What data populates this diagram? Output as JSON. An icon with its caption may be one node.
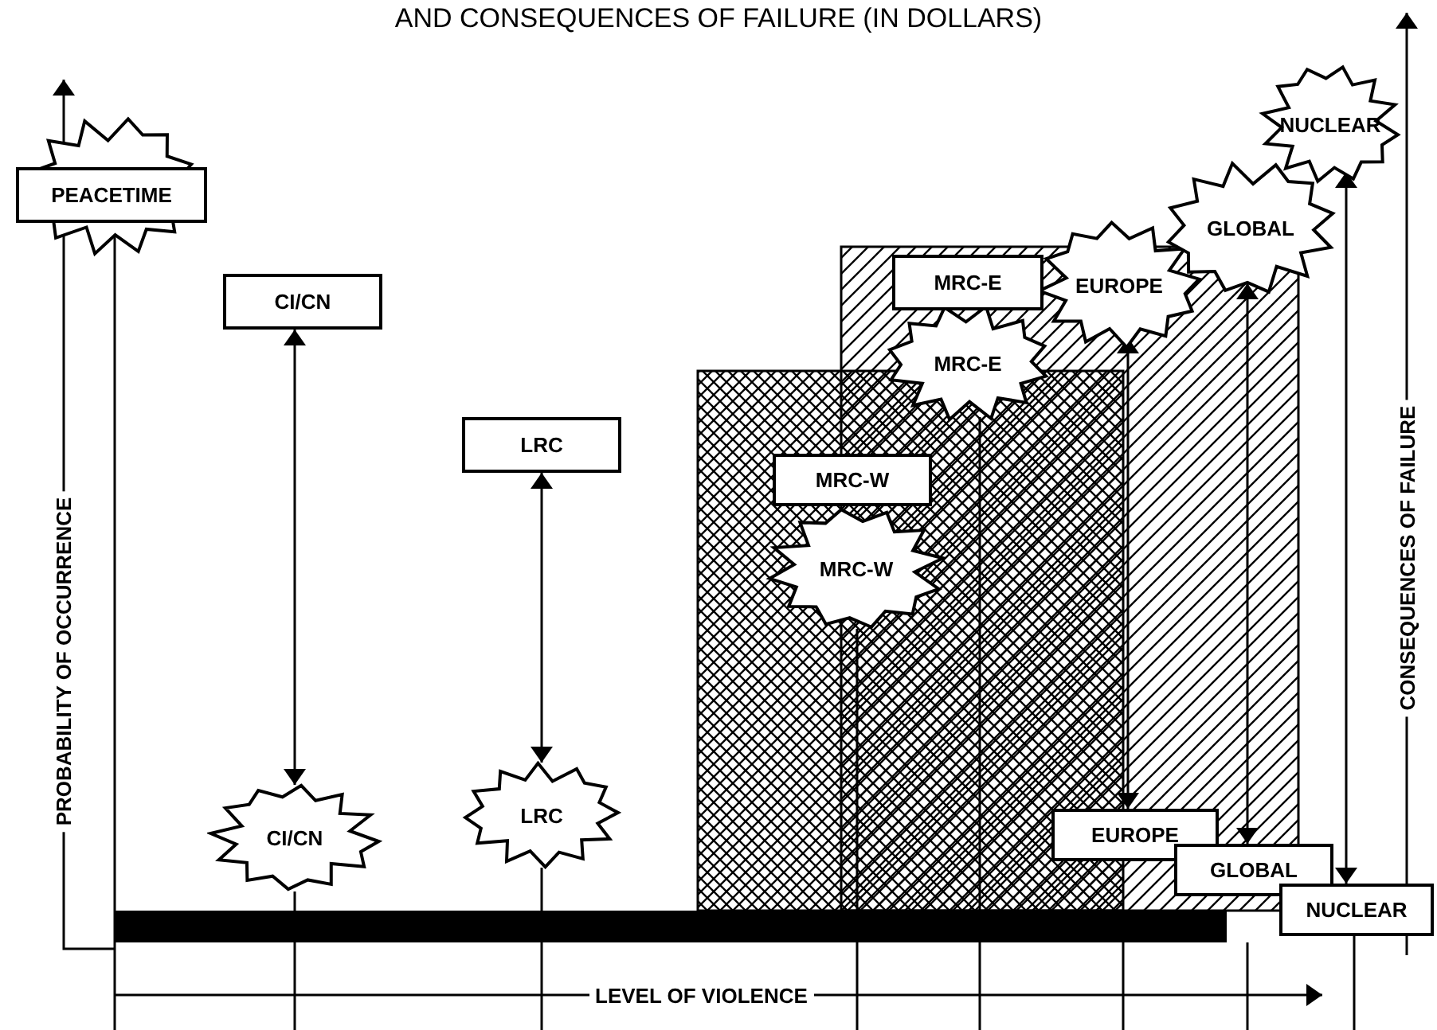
{
  "diagram": {
    "title": "AND CONSEQUENCES OF FAILURE (IN DOLLARS)",
    "nodes": [
      {
        "text": [
          "PEACETIME"
        ]
      },
      {
        "text": [],
        "shape": "star"
      },
      {
        "text": [
          "CI/CN"
        ]
      },
      {
        "text": [
          "CI/CN"
        ]
      },
      {
        "text": [
          "LRC"
        ]
      },
      {
        "text": [
          "LRC"
        ]
      },
      {
        "text": [
          "MRC-W"
        ]
      },
      {
        "text": [
          "MRC-W"
        ]
      },
      {
        "text": [
          "MRC-E"
        ]
      },
      {
        "text": [
          "MRC-E"
        ]
      },
      {
        "text": [
          "EUROPE"
        ]
      },
      {
        "text": [
          "EUROPE"
        ]
      },
      {
        "text": [
          "GLOBAL"
        ]
      },
      {
        "text": [
          "GLOBAL"
        ]
      },
      {
        "text": [
          "NUCLEAR"
        ]
      },
      {
        "text": [
          "NUCLEAR"
        ]
      },
      {
        "text": [],
        "shape": "bar"
      }
    ],
    "edges": [
      {
        "from": 2,
        "to": 3,
        "arrow": "both"
      },
      {
        "from": 4,
        "to": 5,
        "arrow": "both"
      },
      {
        "from": 10,
        "to": 11,
        "arrow": "both"
      },
      {
        "from": 12,
        "to": 13,
        "arrow": "both"
      },
      {
        "from": 14,
        "to": 15,
        "arrow": "both"
      }
    ],
    "labels": [
      "PROBABILITY OF OCCURRENCE",
      "CONSEQUENCES OF FAILURE",
      "LEVEL OF VIOLENCE"
    ]
  }
}
